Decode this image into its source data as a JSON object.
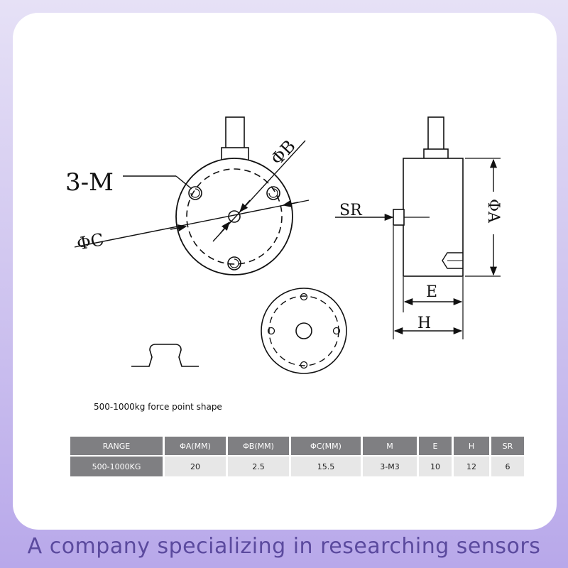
{
  "drawing": {
    "labels": {
      "screw_holes": "3-M",
      "phi_b": "ΦB",
      "phi_c": "ΦC",
      "sr": "SR",
      "phi_a": "ΦA",
      "e": "E",
      "h": "H"
    }
  },
  "caption": "500-1000kg force point shape",
  "spec_table": {
    "headers": [
      "RANGE",
      "ΦA(MM)",
      "ΦB(MM)",
      "ΦC(MM)",
      "M",
      "E",
      "H",
      "SR"
    ],
    "row": [
      "500-1000KG",
      "20",
      "2.5",
      "15.5",
      "3-M3",
      "10",
      "12",
      "6"
    ]
  },
  "tagline": "A company specializing in researching sensors"
}
